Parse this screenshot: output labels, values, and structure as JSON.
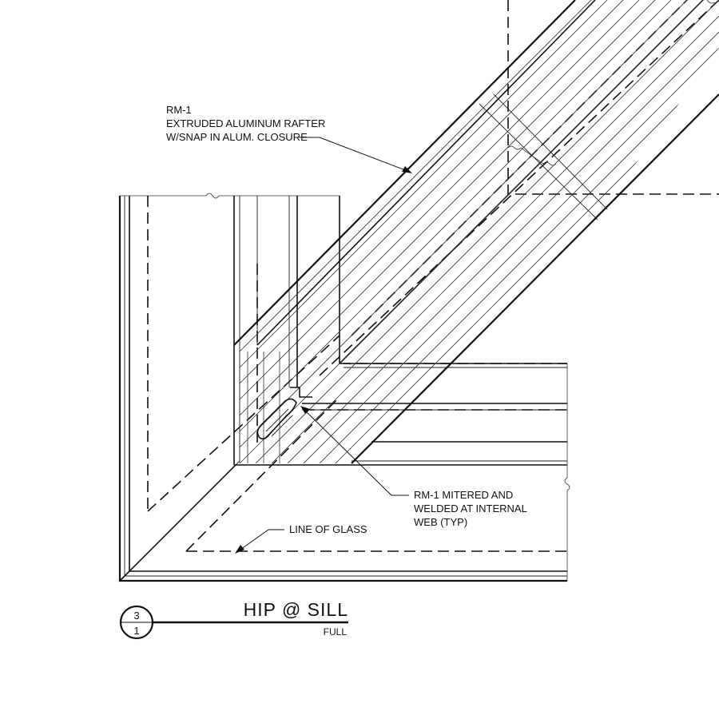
{
  "callouts": {
    "rafter": {
      "line1": "RM-1",
      "line2": "EXTRUDED ALUMINUM RAFTER",
      "line3": "W/SNAP IN ALUM. CLOSURE"
    },
    "mitered": {
      "line1": "RM-1 MITERED AND",
      "line2": "WELDED AT INTERNAL",
      "line3": "WEB (TYP)"
    },
    "glass": {
      "line1": "LINE OF GLASS"
    }
  },
  "title_block": {
    "detail_number": "3",
    "sheet_number": "1",
    "title": "HIP @ SILL",
    "scale": "FULL"
  }
}
